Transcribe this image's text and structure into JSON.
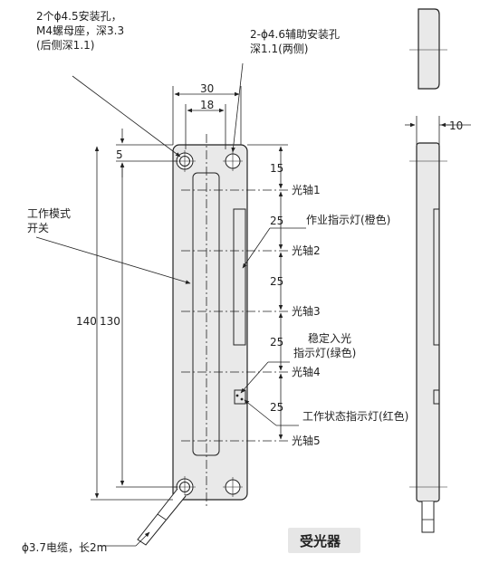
{
  "labels": {
    "mount_hole": [
      "2个ϕ4.5安装孔，",
      "M4螺母座，深3.3",
      "(后侧深1.1)"
    ],
    "aux_hole": [
      "2-ϕ4.6辅助安装孔",
      "深1.1(两侧)"
    ],
    "mode_switch": [
      "工作模式",
      "开关"
    ],
    "op_indicator": "作业指示灯(橙色)",
    "stable_indicator": [
      "稳定入光",
      "指示灯(绿色)"
    ],
    "state_indicator": "工作状态指示灯(红色)",
    "cable": "ϕ3.7电缆，长2m",
    "title": "受光器"
  },
  "axes": [
    "光轴1",
    "光轴2",
    "光轴3",
    "光轴4",
    "光轴5"
  ],
  "dimensions": {
    "width_outer": "30",
    "width_inner": "18",
    "side_width": "10",
    "top_offset": "5",
    "first_axis": "15",
    "pitch": "25",
    "height_total": "140",
    "height_holes": "130"
  }
}
